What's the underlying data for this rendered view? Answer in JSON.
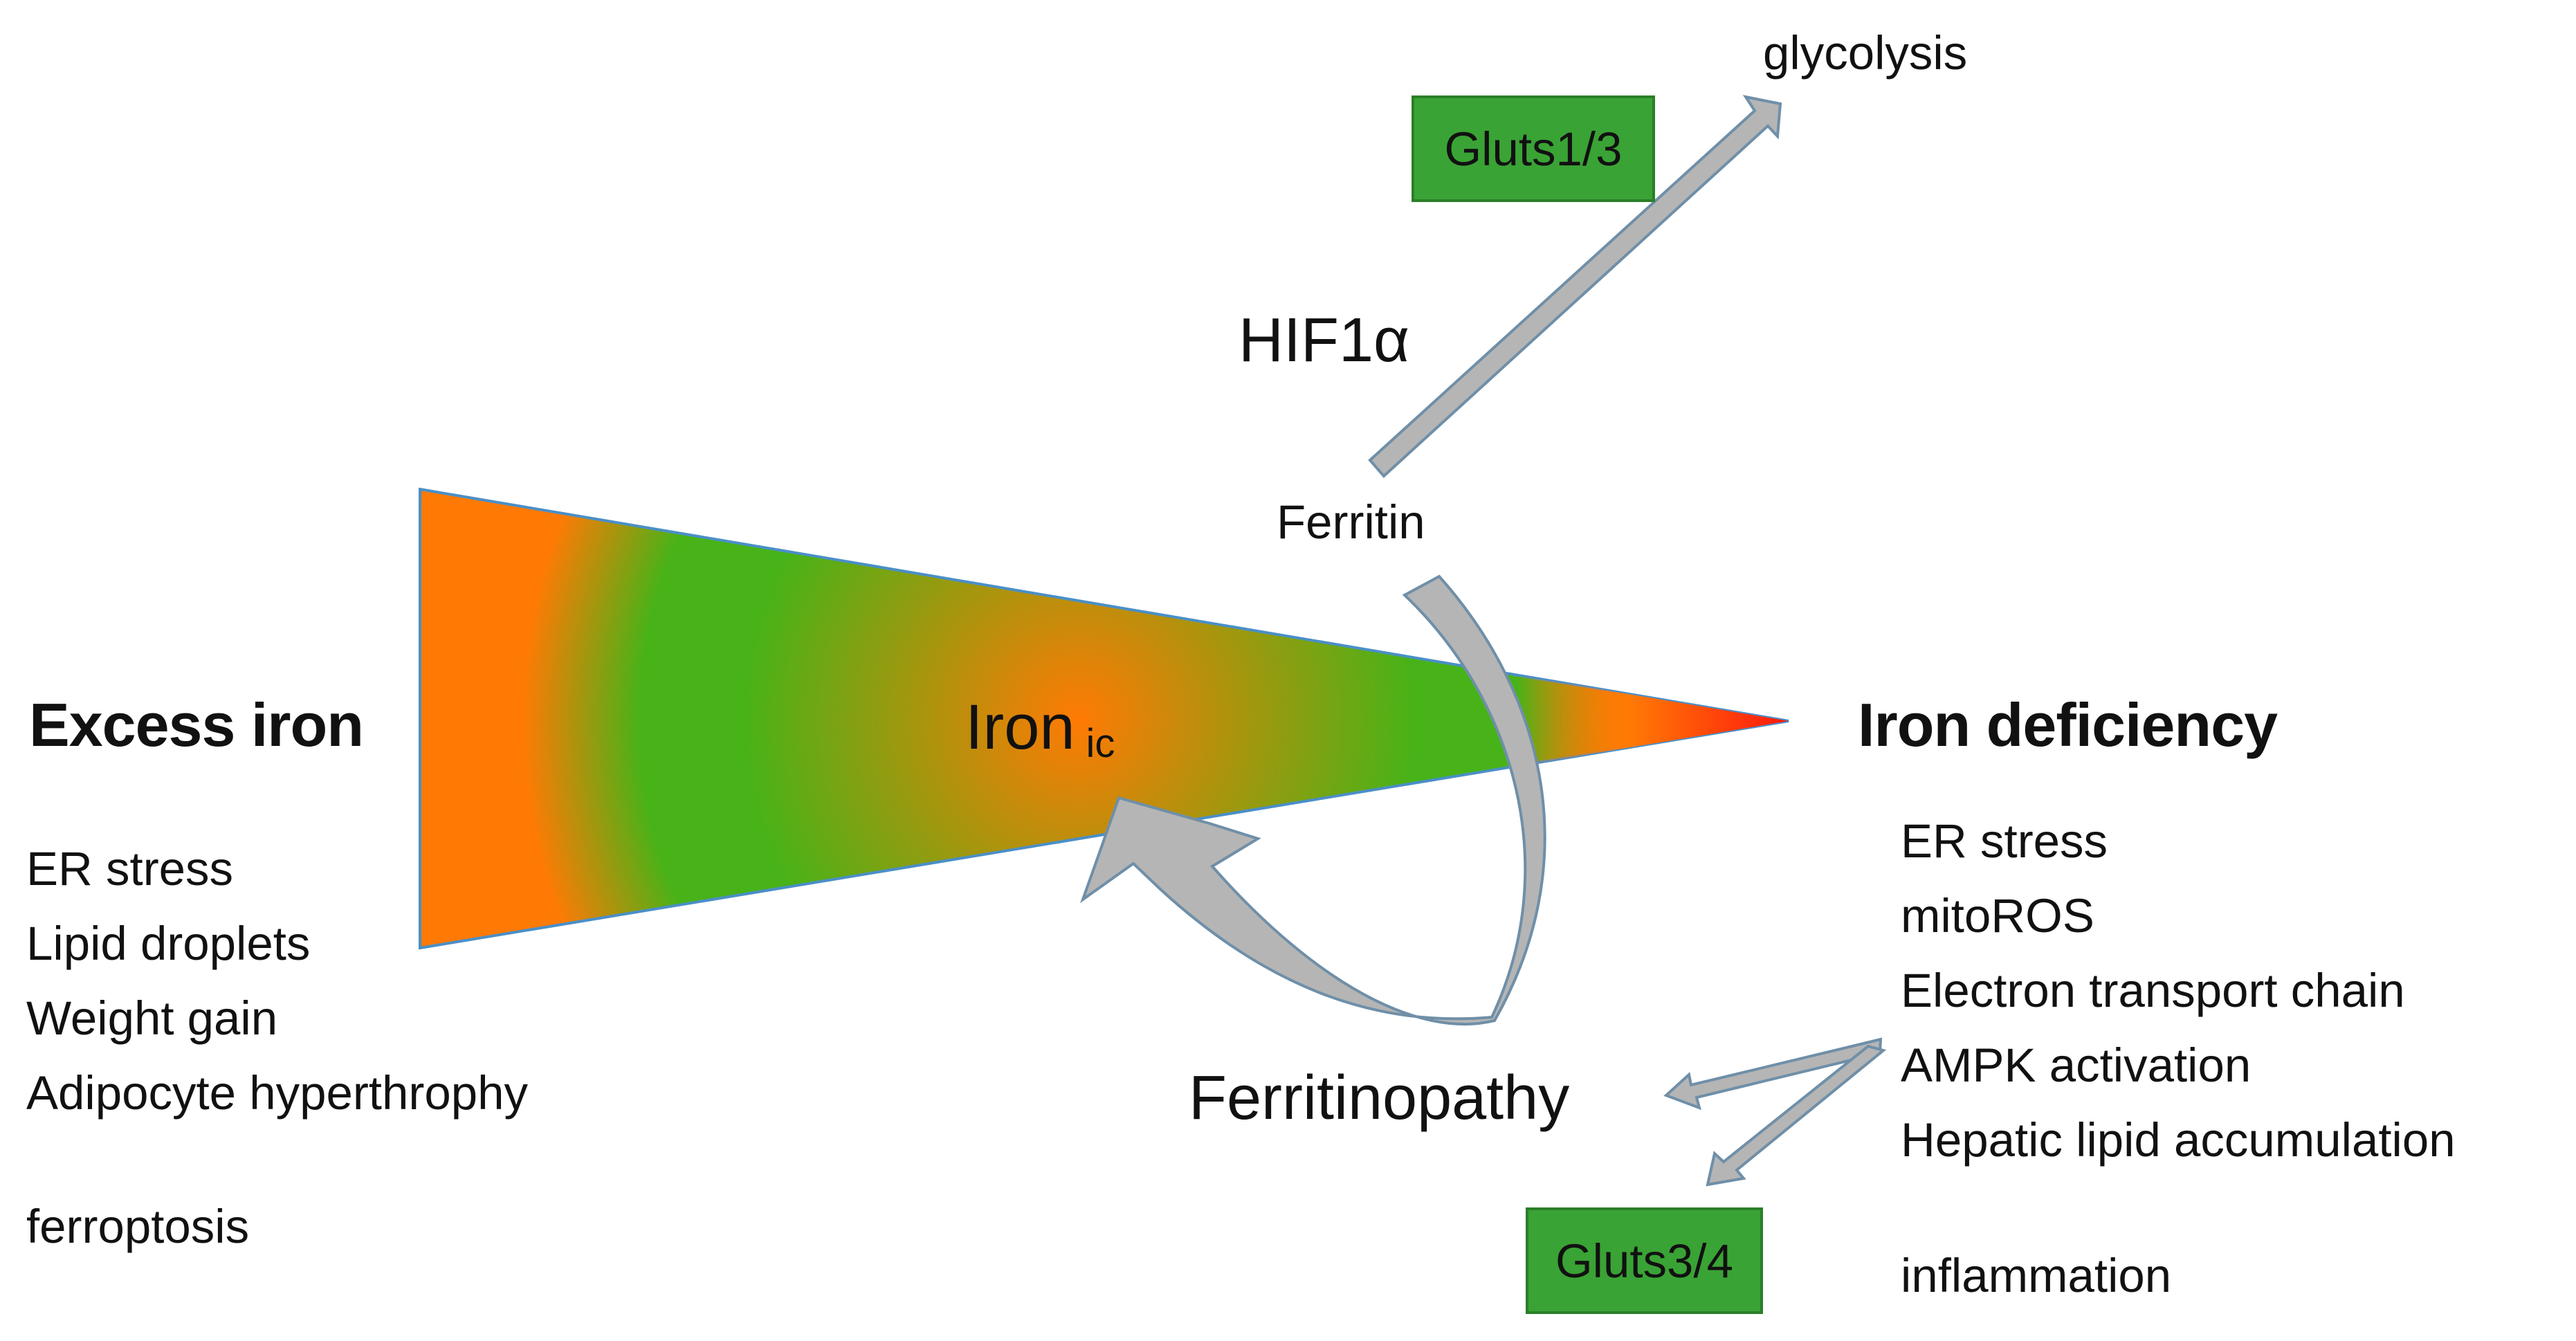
{
  "colors": {
    "gradient_red": "#ff1a0d",
    "gradient_orange": "#ff7a05",
    "gradient_green": "#47b318",
    "triangle_edge": "#4a8fc7",
    "arrow_fill": "#b5b5b5",
    "arrow_stroke": "#6f8fa8",
    "green_box": "#3aa335"
  },
  "center_label": {
    "main": "Iron",
    "subscript": "ic"
  },
  "excess_iron": {
    "title": "Excess iron",
    "effects": [
      "ER stress",
      "Lipid droplets",
      "Weight gain",
      "Adipocyte  hyperthrophy"
    ],
    "extra": "ferroptosis"
  },
  "iron_deficiency": {
    "title": "Iron deficiency",
    "effects": [
      "ER stress",
      "mitoROS",
      "Electron transport  chain",
      "AMPK activation",
      "Hepatic lipid accumulation"
    ],
    "extra": "inflammation"
  },
  "top_pathway": {
    "ferritin": "Ferritin",
    "hif": "HIF1α",
    "transporter": "Gluts1/3",
    "outcome": "glycolysis"
  },
  "bottom_pathway": {
    "disease": "Ferritinopathy",
    "transporter": "Gluts3/4"
  },
  "icons": {
    "iron_gradient_wedge": "triangle",
    "recycling_arrow": "curved-arrow",
    "pathway_arrows": "block-arrows"
  }
}
